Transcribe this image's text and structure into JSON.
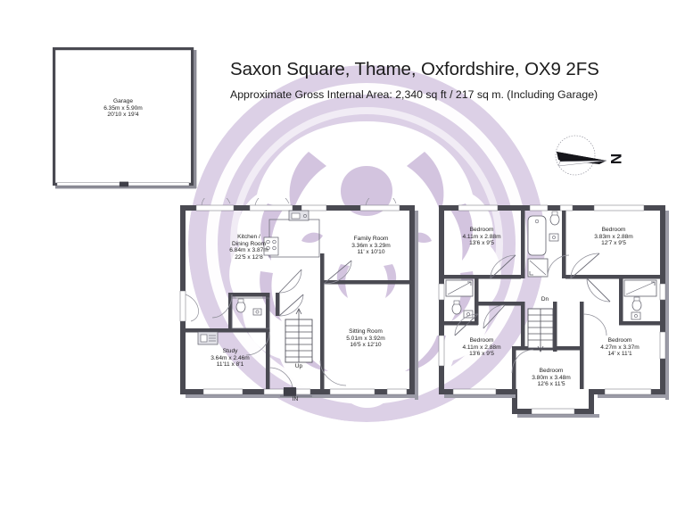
{
  "header": {
    "title": "Saxon Square, Thame, Oxfordshire, OX9 2FS",
    "subtitle": "Approximate Gross Internal Area: 2,340 sq ft /  217 sq m. (Including Garage)"
  },
  "compass": {
    "label": "N",
    "icon": "compass-needle-icon"
  },
  "colors": {
    "wall": "#4a4a52",
    "wall_light": "#7d7d88",
    "watermark": "#dcd0e6",
    "text": "#1c1c1c",
    "background": "#ffffff"
  },
  "garage": {
    "name": "Garage",
    "metric": "6.35m x 5.90m",
    "imperial": "20'10 x 19'4"
  },
  "ground_floor": {
    "rooms": [
      {
        "name": "Kitchen /",
        "name2": "Dining Room",
        "metric": "6.84m x 3.87m",
        "imperial": "22'5 x 12'8"
      },
      {
        "name": "Family Room",
        "metric": "3.36m x 3.29m",
        "imperial": "11' x 10'10"
      },
      {
        "name": "Sitting Room",
        "metric": "5.01m x 3.92m",
        "imperial": "16'5 x 12'10"
      },
      {
        "name": "Study",
        "metric": "3.64m x 2.46m",
        "imperial": "11'11 x 8'1"
      }
    ],
    "stair_label": "Up",
    "entrance_label": "IN"
  },
  "first_floor": {
    "rooms": [
      {
        "name": "Bedroom",
        "metric": "4.11m x 2.88m",
        "imperial": "13'6 x 9'5"
      },
      {
        "name": "Bedroom",
        "metric": "3.83m x 2.88m",
        "imperial": "12'7 x 9'5"
      },
      {
        "name": "Bedroom",
        "metric": "4.11m x 2.88m",
        "imperial": "13'6 x 9'5"
      },
      {
        "name": "Bedroom",
        "metric": "4.27m x 3.37m",
        "imperial": "14' x 11'1"
      },
      {
        "name": "Bedroom",
        "metric": "3.80m x 3.48m",
        "imperial": "12'6 x 11'5"
      }
    ],
    "stair_label": "Dn"
  }
}
